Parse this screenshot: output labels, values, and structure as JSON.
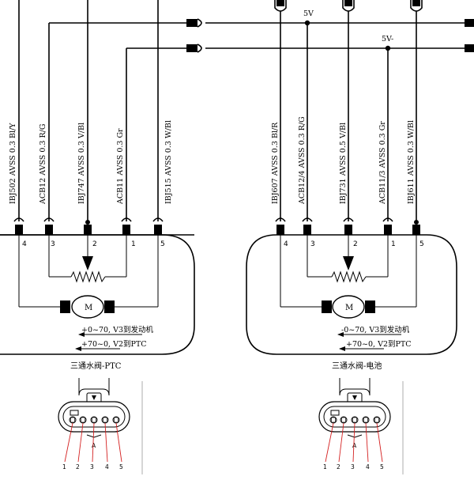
{
  "bus_labels": {
    "v5": "5V",
    "v5_minus": "5V-"
  },
  "left": {
    "caption": "三通水阀-PTC",
    "wires": [
      "IBJ502 AVSS 0.3 Bl/Y",
      "ACB12 AVSS 0.3 R/G",
      "IBJ747 AVSS 0.3 V/Bl",
      "ACB11 AVSS 0.3 Gr",
      "IBJ515 AVSS 0.3 W/Bl"
    ],
    "pins": [
      "4",
      "3",
      "2",
      "1",
      "5"
    ],
    "motor_label": "M",
    "note1": "+0~70, V3到发动机",
    "note2": "+70~0, V2到PTC"
  },
  "right": {
    "caption": "三通水阀-电池",
    "wires": [
      "IBJ607 AVSS 0.3 Bl/R",
      "ACB12/4 AVSS 0.3 R/G",
      "IBJ731 AVSS 0.5 V/Bl",
      "ACB11/3 AVSS 0.3 Gr",
      "IBJ611 AVSS 0.3 W/Bl"
    ],
    "pins": [
      "4",
      "3",
      "2",
      "1",
      "5"
    ],
    "motor_label": "M",
    "note1": "-0~70, V3到发动机",
    "note2": "+70~0, V2到PTC"
  },
  "connector_pins": [
    "1",
    "2",
    "3",
    "4",
    "5"
  ],
  "connector_key": "A"
}
